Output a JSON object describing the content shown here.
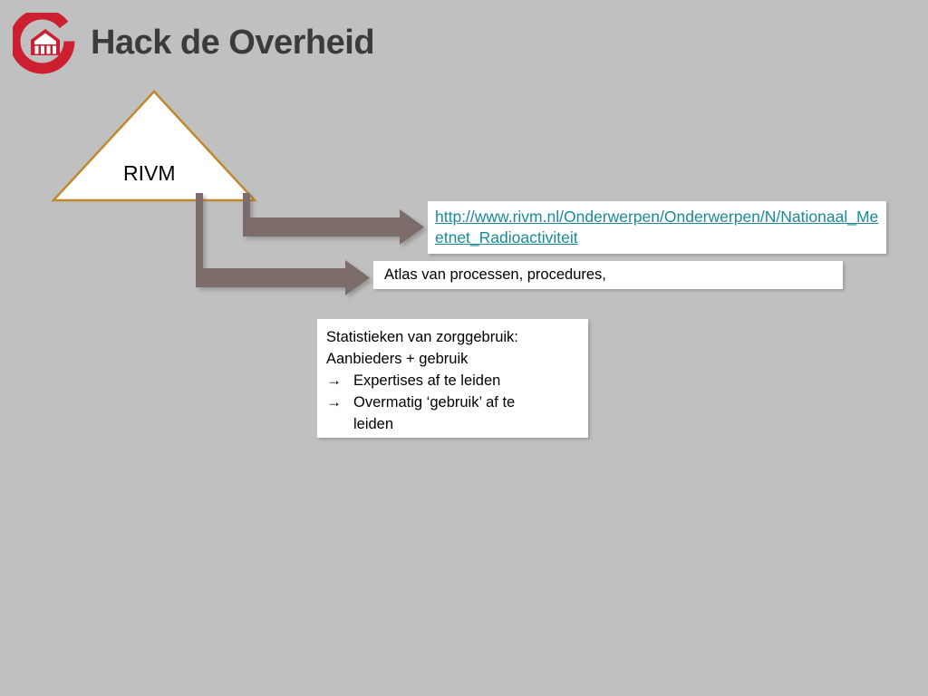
{
  "background_color": "#c0c0c0",
  "logo": {
    "mark_name": "hack-de-overheid-logo-mark",
    "mark_color": "#cc2031",
    "text": "Hack de Overheid",
    "text_color": "#3b3b3b"
  },
  "diagram": {
    "source_node": {
      "label": "RIVM",
      "shape": "triangle",
      "fill_color": "#ffffff",
      "border_color": "#c0892b"
    },
    "connectors": [
      {
        "name": "elbow-arrow-to-url-box",
        "color": "#7b6d6b"
      },
      {
        "name": "elbow-arrow-to-atlas-box",
        "color": "#7b6d6b"
      }
    ],
    "boxes": {
      "url_box": {
        "link_text": "http://www.rivm.nl/Onderwerpen/Onderwerpen/N/Nationaal_Meetnet_Radioactiviteit",
        "link_color": "#1a8a99"
      },
      "atlas_box": {
        "text": "Atlas van processen, procedures,"
      },
      "stats_box": {
        "line1": "Statistieken van zorggebruik:",
        "line2": "Aanbieders + gebruik",
        "bullets": [
          {
            "glyph": "→",
            "text": "Expertises af te leiden"
          },
          {
            "glyph": "→",
            "text": "Overmatig ‘gebruik’ af te"
          },
          {
            "glyph": "",
            "text": "leiden"
          }
        ]
      }
    }
  }
}
